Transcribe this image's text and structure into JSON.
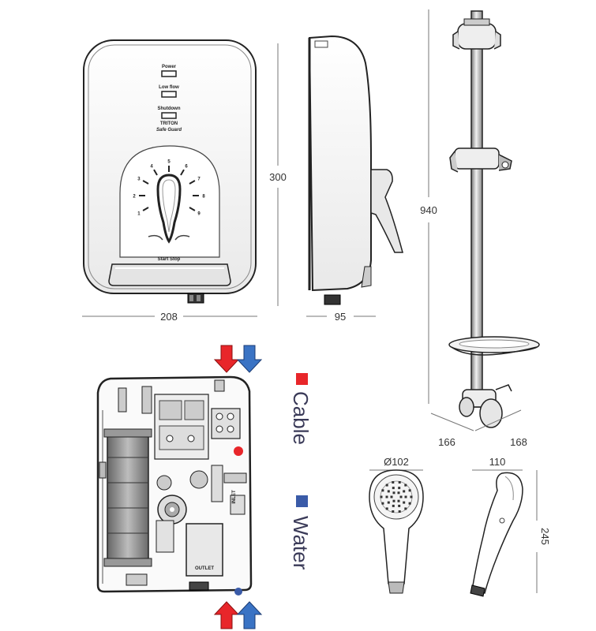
{
  "dimensions": {
    "front_width": "208",
    "front_height": "300",
    "side_depth": "95",
    "rail_height": "940",
    "rail_left": "166",
    "rail_right": "168",
    "head_diameter": "Ø102",
    "head_width": "110",
    "head_length": "245"
  },
  "panel": {
    "power": "Power",
    "low_flow": "Low flow",
    "shutdown": "Shutdown",
    "brand": "TRITON",
    "subtitle": "Safe Guard",
    "start_stop": "Start Stop",
    "dial_numbers": [
      "1",
      "2",
      "3",
      "4",
      "5",
      "6",
      "7",
      "8",
      "9"
    ]
  },
  "internal": {
    "outlet": "OUTLET",
    "inlet": "INLET"
  },
  "legend": {
    "cable": "Cable",
    "water": "Water"
  },
  "colors": {
    "cable": "#e8262a",
    "water": "#3a5ba8",
    "line": "#222222",
    "dim_line": "#666666"
  }
}
